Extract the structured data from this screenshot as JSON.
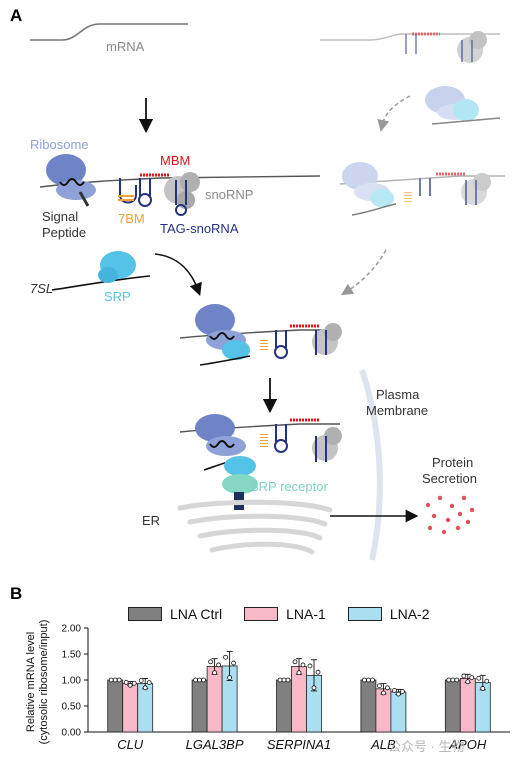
{
  "panel_a": {
    "letter": "A",
    "labels": {
      "mrna": "mRNA",
      "ribosome": "Ribosome",
      "mbm": "MBM",
      "snornp": "snoRNP",
      "seven_bm": "7BM",
      "signal_peptide_1": "Signal",
      "signal_peptide_2": "Peptide",
      "tag_snorna": "TAG-snoRNA",
      "seven_sl": "7SL",
      "srp": "SRP",
      "plasma_membrane_1": "Plasma",
      "plasma_membrane_2": "Membrane",
      "srp_receptor": "SRP receptor",
      "protein_secretion_1": "Protein",
      "protein_secretion_2": "Secretion",
      "er": "ER"
    },
    "colors": {
      "ribosome": "#8b9fd8",
      "ribosome_dark": "#5f74b8",
      "mbm": "#e0141b",
      "seven_bm": "#f1a22e",
      "snorna": "#233381",
      "snornp": "#b3b3b3",
      "srp": "#55c2e8",
      "srp_receptor": "#86d6c4",
      "er": "#d0d0d0",
      "secretion": "#e2505a"
    }
  },
  "panel_b": {
    "letter": "B",
    "legend": [
      "LNA Ctrl",
      "LNA-1",
      "LNA-2"
    ],
    "watermark": "公众号 · 生物"
  },
  "chart_data": {
    "type": "bar",
    "title": "",
    "ylabel_line1": "Relative mRNA level",
    "ylabel_line2": "(cytosolic ribosome/input)",
    "xlabel": "",
    "ylim": [
      0,
      2.0
    ],
    "yticks": [
      "0.00",
      "0.50",
      "1.00",
      "1.50",
      "2.00"
    ],
    "ytick_values": [
      0,
      0.5,
      1.0,
      1.5,
      2.0
    ],
    "categories": [
      "CLU",
      "LGAL3BP",
      "SERPINA1",
      "ALB",
      "APOH"
    ],
    "series": [
      {
        "name": "LNA Ctrl",
        "color": "#808080",
        "values": [
          1.0,
          1.0,
          1.0,
          1.0,
          1.0
        ],
        "errors": [
          0,
          0,
          0,
          0,
          0
        ]
      },
      {
        "name": "LNA-1",
        "color": "#f7b8c7",
        "values": [
          0.93,
          1.26,
          1.26,
          0.83,
          1.03
        ],
        "errors": [
          0.04,
          0.15,
          0.15,
          0.1,
          0.08
        ]
      },
      {
        "name": "LNA-2",
        "color": "#a9dff0",
        "values": [
          0.93,
          1.27,
          1.09,
          0.77,
          0.95
        ],
        "errors": [
          0.1,
          0.28,
          0.3,
          0.05,
          0.14
        ]
      }
    ]
  }
}
